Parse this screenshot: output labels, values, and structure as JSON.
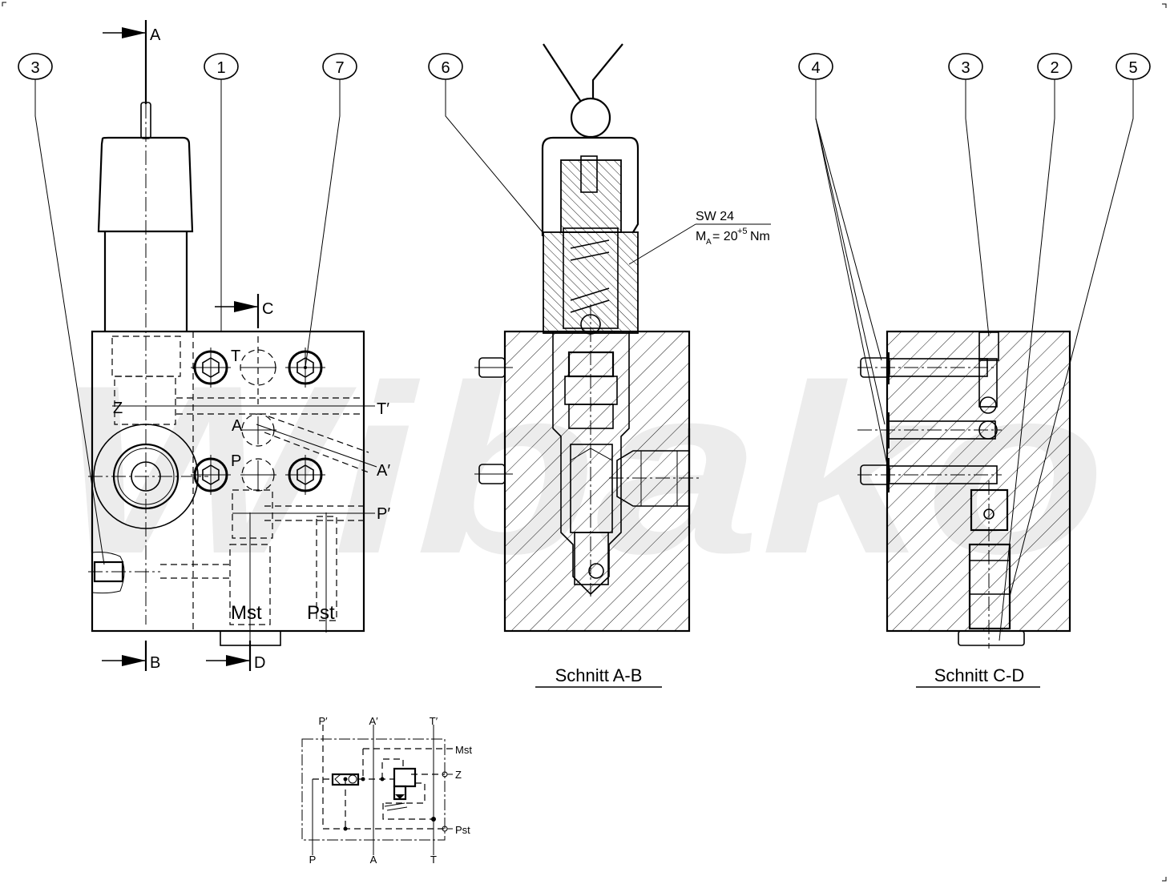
{
  "drawing": {
    "watermark": "Wibako",
    "balloons": {
      "front_view": [
        "3",
        "1",
        "7"
      ],
      "section_ab": [
        "6"
      ],
      "section_cd": [
        "4",
        "3",
        "2",
        "5"
      ]
    },
    "section_markers": {
      "a": "A",
      "b": "B",
      "c": "C",
      "d": "D"
    },
    "port_labels": {
      "T": "T",
      "A": "A",
      "P": "P",
      "Z": "Z",
      "T_prime": "T′",
      "A_prime": "A′",
      "P_prime": "P′",
      "Mst": "Mst",
      "Pst": "Pst"
    },
    "annotation": {
      "wrench_size": "SW 24",
      "torque_prefix": "M",
      "torque_sub": "A",
      "torque_value": "= 20",
      "torque_tol": "+5",
      "torque_unit": "Nm"
    },
    "section_titles": {
      "ab": "Schnitt A-B",
      "cd": "Schnitt C-D"
    },
    "schematic": {
      "top_labels": [
        "P′",
        "A′",
        "T′"
      ],
      "bottom_labels": [
        "P",
        "A",
        "T"
      ],
      "right_labels": [
        "Mst",
        "Z",
        "Pst"
      ]
    }
  }
}
